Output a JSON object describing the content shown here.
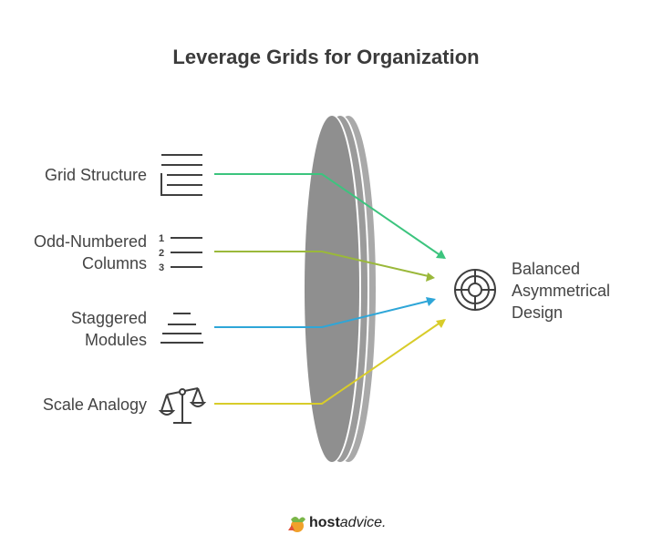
{
  "title": "Leverage Grids for Organization",
  "inputs": [
    {
      "line1": "Grid Structure",
      "line2": "",
      "icon": "grid-lines-icon",
      "color": "#3cc47e"
    },
    {
      "line1": "Odd-Numbered",
      "line2": "Columns",
      "icon": "numbered-list-icon",
      "color": "#9ab83a"
    },
    {
      "line1": "Staggered",
      "line2": "Modules",
      "icon": "stacked-lines-icon",
      "color": "#2ea6d8"
    },
    {
      "line1": "Scale Analogy",
      "line2": "",
      "icon": "balance-scale-icon",
      "color": "#d8cc2a"
    }
  ],
  "numbered": [
    "1",
    "2",
    "3"
  ],
  "output": {
    "line1": "Balanced",
    "line2": "Asymmetrical",
    "line3": "Design",
    "icon": "target-icon"
  },
  "brand": {
    "bold": "host",
    "rest": "advice.",
    "icon": "brand-logo-icon"
  },
  "colors": {
    "lens": "#8f8f8f",
    "lens_edge": "#a9a9a9",
    "text": "#444444",
    "icon": "#3f3f3f"
  }
}
